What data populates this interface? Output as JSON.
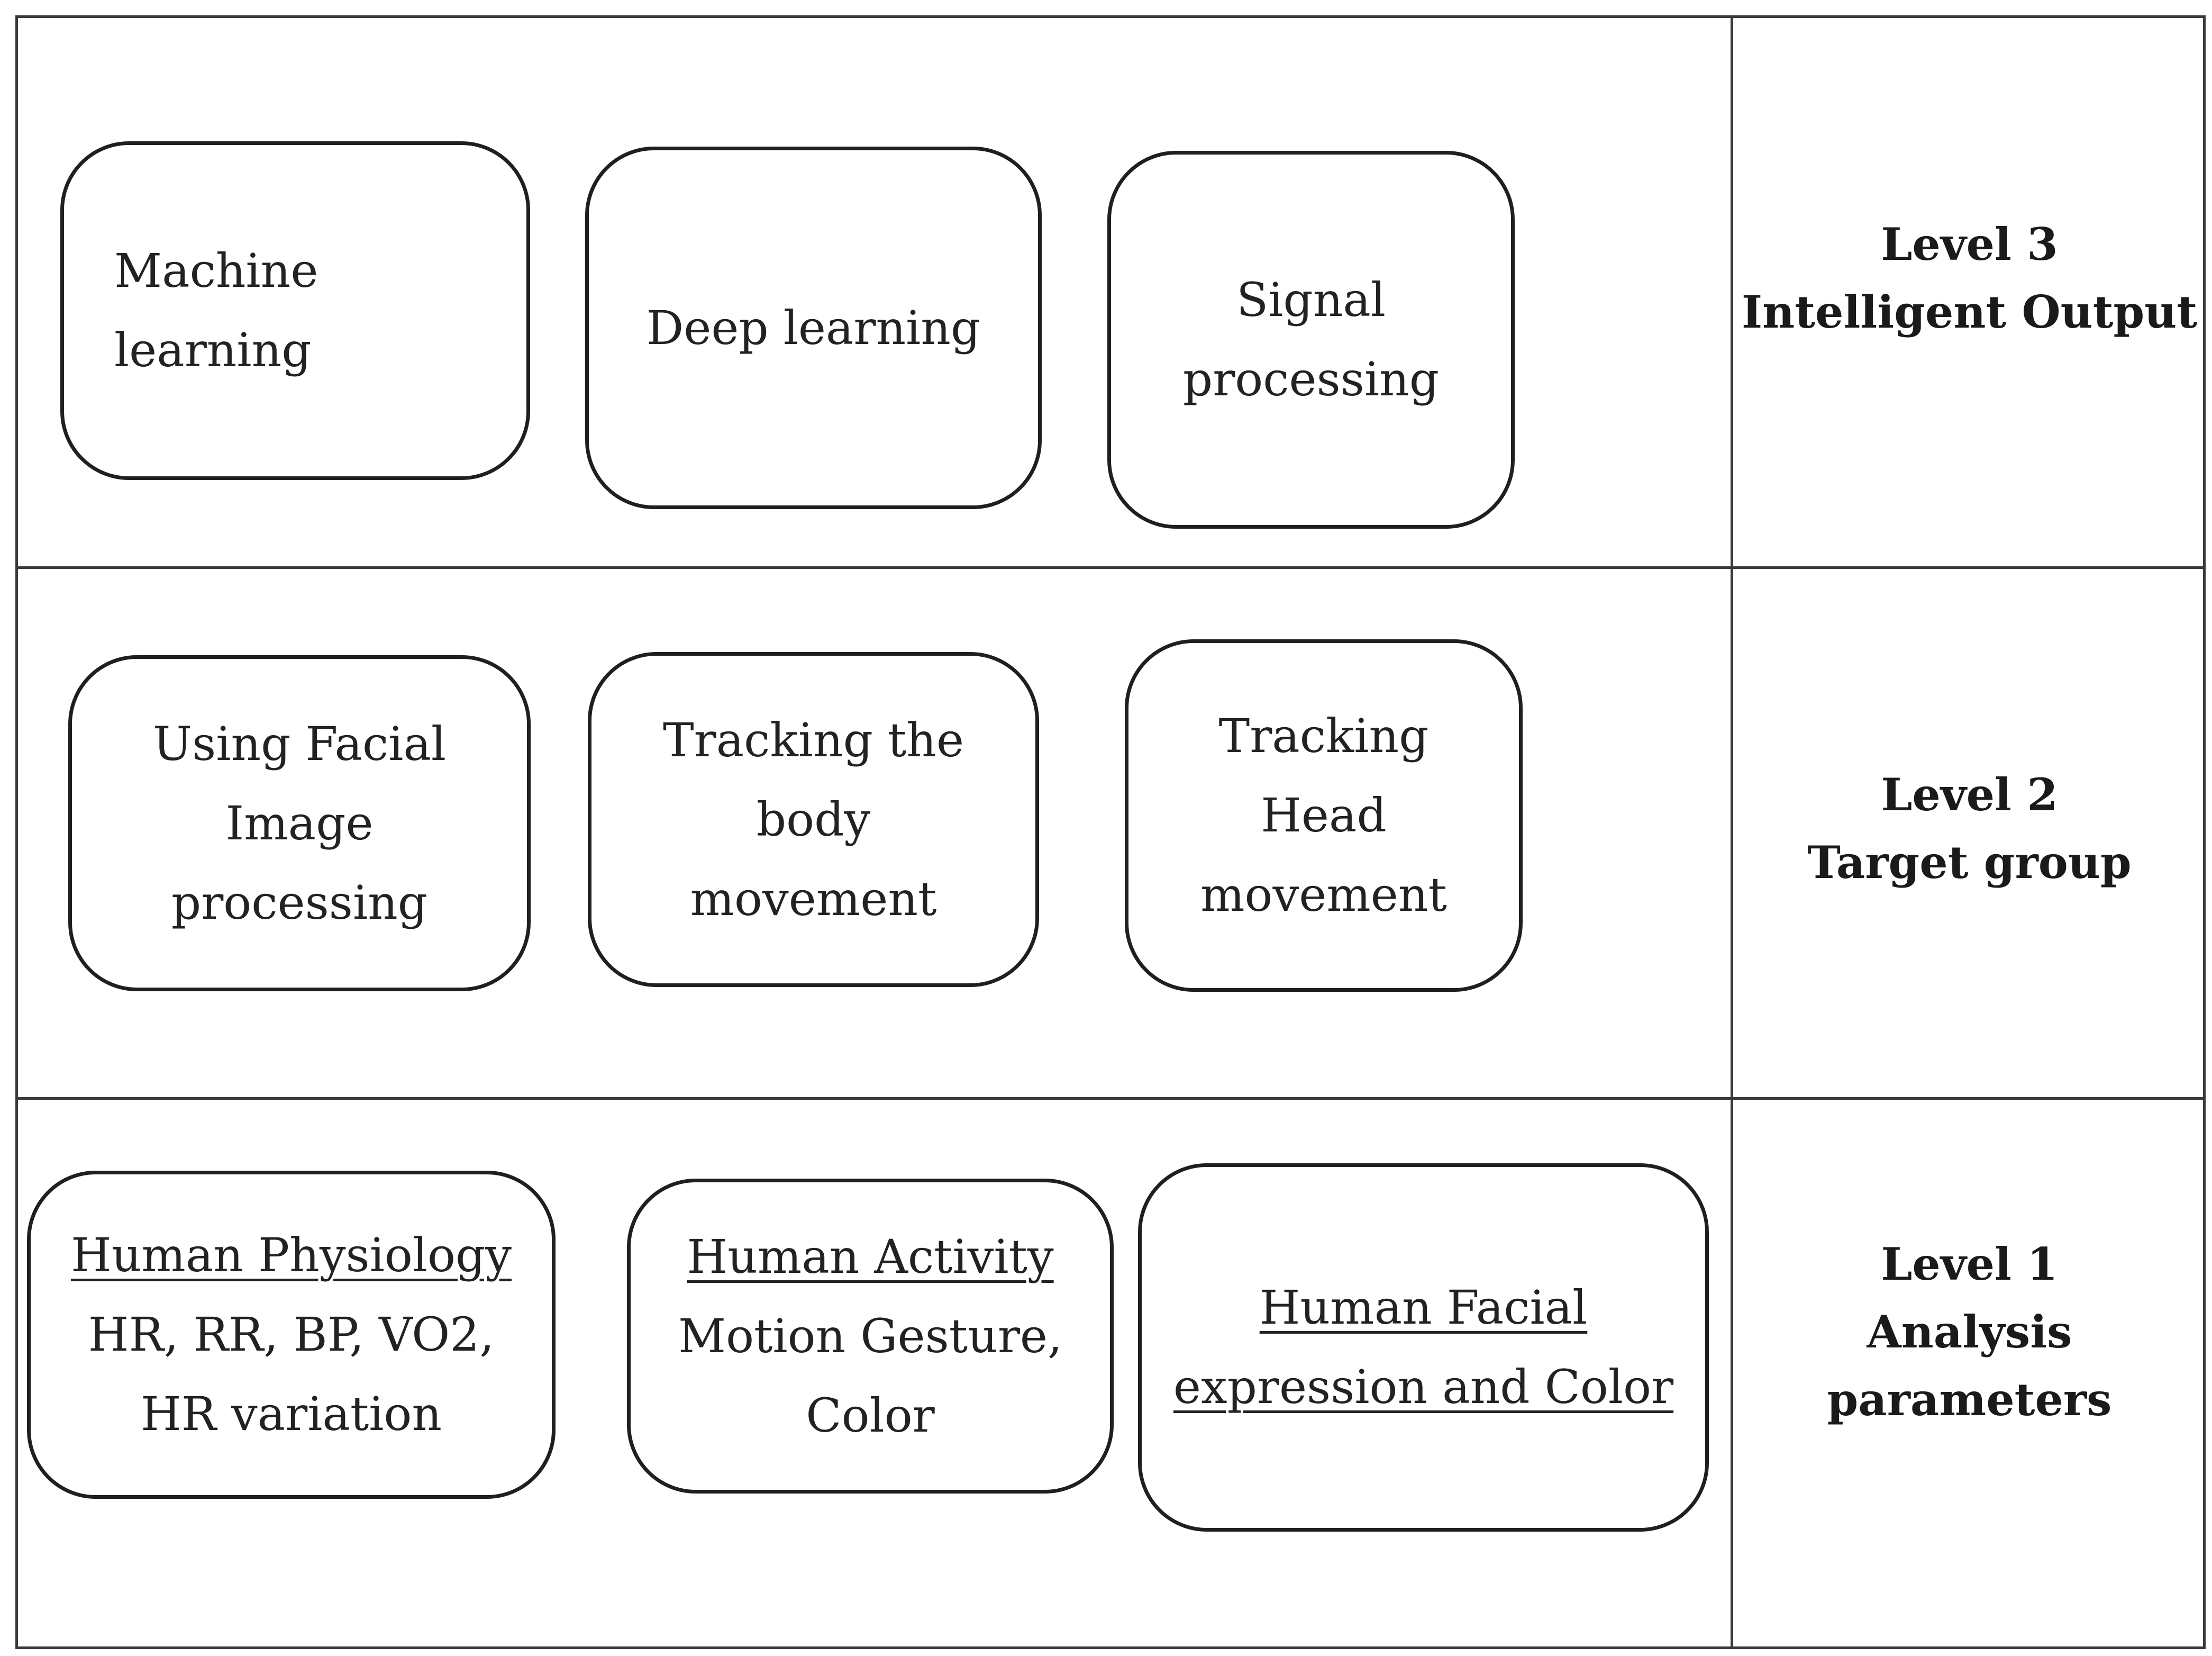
{
  "levels": {
    "level3": {
      "title": "Level 3",
      "subtitle": "Intelligent Output",
      "boxes": [
        {
          "lines": [
            "Machine",
            "learning"
          ]
        },
        {
          "lines": [
            "Deep learning"
          ]
        },
        {
          "lines": [
            "Signal",
            "processing"
          ]
        }
      ]
    },
    "level2": {
      "title": "Level 2",
      "subtitle": "Target group",
      "boxes": [
        {
          "lines": [
            "Using Facial",
            "Image",
            "processing"
          ]
        },
        {
          "lines": [
            "Tracking the",
            "body",
            "movement"
          ]
        },
        {
          "lines": [
            "Tracking",
            "Head",
            "movement"
          ]
        }
      ]
    },
    "level1": {
      "title": "Level 1",
      "subtitle_line1": "Analysis",
      "subtitle_line2": "parameters",
      "boxes": [
        {
          "heading": "Human Physiology",
          "lines": [
            "HR, RR, BP, VO2,",
            "HR variation"
          ]
        },
        {
          "heading": "Human Activity",
          "lines": [
            "Motion Gesture,",
            "Color"
          ]
        },
        {
          "heading_lines": [
            "Human Facial",
            "expression and Color"
          ]
        }
      ]
    }
  }
}
